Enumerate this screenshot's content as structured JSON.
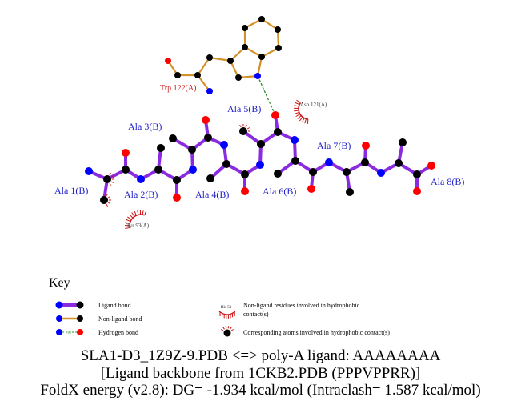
{
  "colors": {
    "ligand_bond": "#8a2be2",
    "nonligand_bond": "#d4912a",
    "hbond": "#2e8b2e",
    "carbon": "#000000",
    "nitrogen": "#0000ff",
    "oxygen": "#ff0000",
    "hydrophobic": "#cc1111",
    "ligand_label": "#2222cc",
    "residue_label": "#cc2222"
  },
  "residues": {
    "trp": "Trp 122(A)",
    "asp": "Asp 121(A)",
    "tyr": "Tyr 93(A)"
  },
  "ligand_labels": [
    "Ala 1(B)",
    "Ala 2(B)",
    "Ala 3(B)",
    "Ala 4(B)",
    "Ala 5(B)",
    "Ala 6(B)",
    "Ala 7(B)",
    "Ala 8(B)"
  ],
  "key": {
    "title": "Key",
    "ligand_bond": "Ligand bond",
    "nonligand_bond": "Non-ligand bond",
    "hydrogen_bond": "Hydrogen bond",
    "hbond_distance": "3.0",
    "example_residue": "His 53",
    "nonligand_residues": "Non-ligand residues involved in hydrophobic",
    "nonligand_residues_2": "contact(s)",
    "corresponding_atoms": "Corresponding atoms involved in hydrophobic contact(s)"
  },
  "footer": {
    "line1": "SLA1-D3_1Z9Z-9.PDB <=> poly-A ligand: AAAAAAAA",
    "line2": "[Ligand backbone from 1CKB2.PDB (PPPVPPRR)]",
    "line3": "FoldX energy (v2.8): DG= -1.934 kcal/mol (Intraclash= 1.587 kcal/mol)"
  }
}
